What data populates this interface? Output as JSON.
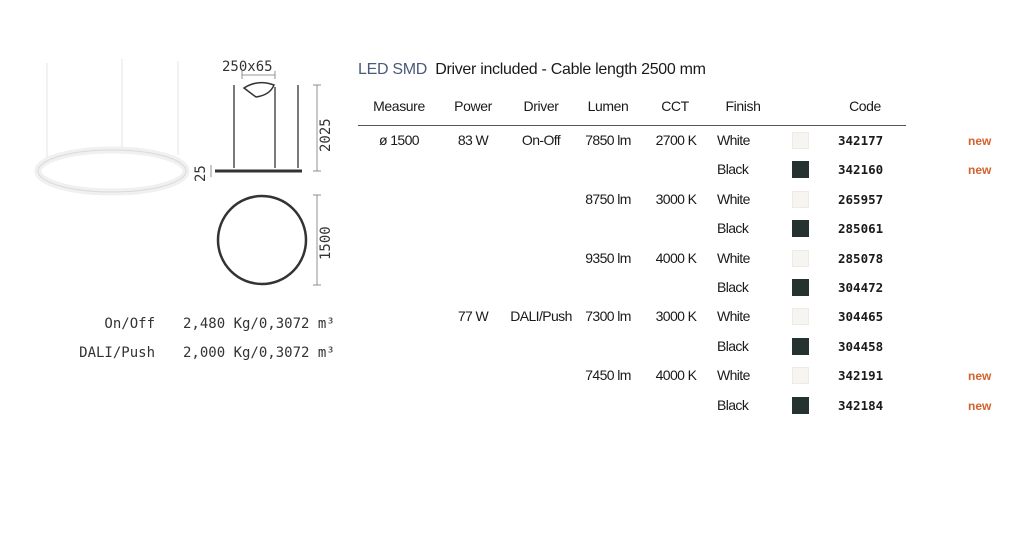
{
  "dimensions": {
    "top_width": "250x65",
    "height": "2025",
    "canopy": "25",
    "diameter": "1500"
  },
  "weights": [
    {
      "label": "On/Off",
      "value": "2,480 Kg/0,3072 m³"
    },
    {
      "label": "DALI/Push",
      "value": "2,000 Kg/0,3072 m³"
    }
  ],
  "header": {
    "technology": "LED SMD",
    "description": "Driver included - Cable length 2500 mm"
  },
  "table": {
    "columns": [
      "Measure",
      "Power",
      "Driver",
      "Lumen",
      "CCT",
      "Finish",
      "Code"
    ],
    "rows": [
      {
        "measure": "ø 1500",
        "power": "83 W",
        "driver": "On-Off",
        "lumen": "7850 lm",
        "cct": "2700 K",
        "finish": "White",
        "swatch": "#f7f5f2",
        "code": "342177",
        "badge": "new"
      },
      {
        "measure": "",
        "power": "",
        "driver": "",
        "lumen": "",
        "cct": "",
        "finish": "Black",
        "swatch": "#263230",
        "code": "342160",
        "badge": "new"
      },
      {
        "measure": "",
        "power": "",
        "driver": "",
        "lumen": "8750 lm",
        "cct": "3000 K",
        "finish": "White",
        "swatch": "#f7f5f2",
        "code": "265957",
        "badge": ""
      },
      {
        "measure": "",
        "power": "",
        "driver": "",
        "lumen": "",
        "cct": "",
        "finish": "Black",
        "swatch": "#263230",
        "code": "285061",
        "badge": ""
      },
      {
        "measure": "",
        "power": "",
        "driver": "",
        "lumen": "9350 lm",
        "cct": "4000 K",
        "finish": "White",
        "swatch": "#f7f5f2",
        "code": "285078",
        "badge": ""
      },
      {
        "measure": "",
        "power": "",
        "driver": "",
        "lumen": "",
        "cct": "",
        "finish": "Black",
        "swatch": "#263230",
        "code": "304472",
        "badge": ""
      },
      {
        "measure": "",
        "power": "77 W",
        "driver": "DALI/Push",
        "lumen": "7300 lm",
        "cct": "3000 K",
        "finish": "White",
        "swatch": "#f7f5f2",
        "code": "304465",
        "badge": ""
      },
      {
        "measure": "",
        "power": "",
        "driver": "",
        "lumen": "",
        "cct": "",
        "finish": "Black",
        "swatch": "#263230",
        "code": "304458",
        "badge": ""
      },
      {
        "measure": "",
        "power": "",
        "driver": "",
        "lumen": "7450 lm",
        "cct": "4000 K",
        "finish": "White",
        "swatch": "#f7f5f2",
        "code": "342191",
        "badge": "new"
      },
      {
        "measure": "",
        "power": "",
        "driver": "",
        "lumen": "",
        "cct": "",
        "finish": "Black",
        "swatch": "#263230",
        "code": "342184",
        "badge": "new"
      }
    ]
  },
  "colors": {
    "new_badge": "#d4622e",
    "header_technology": "#4a5a7a",
    "black_finish": "#263230",
    "white_finish": "#f7f5f2"
  }
}
